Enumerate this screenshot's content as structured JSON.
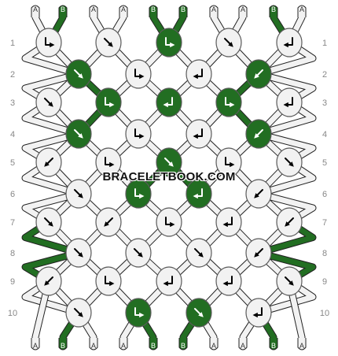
{
  "colors": {
    "A": "#f2f2f2",
    "B": "#226e22",
    "outline": "#5a5a5a",
    "arrow": "#000000",
    "arrow_on_dark": "#ffffff",
    "row_label": "#888888"
  },
  "strings_top": [
    "A",
    "B",
    "A",
    "A",
    "B",
    "B",
    "A",
    "A",
    "B",
    "A"
  ],
  "strings_bottom": [
    "A",
    "B",
    "A",
    "A",
    "B",
    "B",
    "A",
    "A",
    "B",
    "A"
  ],
  "row_labels": [
    "1",
    "2",
    "3",
    "4",
    "5",
    "6",
    "7",
    "8",
    "9",
    "10"
  ],
  "watermark": "BRACELETBOOK.COM",
  "knots": [
    [
      {
        "c": "A",
        "k": "bf"
      },
      {
        "c": "A",
        "k": "f"
      },
      {
        "c": "B",
        "k": "bf"
      },
      {
        "c": "A",
        "k": "f"
      },
      {
        "c": "A",
        "k": "bb"
      }
    ],
    [
      {
        "c": "B",
        "k": "f"
      },
      {
        "c": "A",
        "k": "bf"
      },
      {
        "c": "A",
        "k": "bb"
      },
      {
        "c": "B",
        "k": "b"
      }
    ],
    [
      {
        "c": "A",
        "k": "f"
      },
      {
        "c": "B",
        "k": "bf"
      },
      {
        "c": "B",
        "k": "bb"
      },
      {
        "c": "B",
        "k": "bf"
      },
      {
        "c": "A",
        "k": "bb"
      }
    ],
    [
      {
        "c": "B",
        "k": "f"
      },
      {
        "c": "A",
        "k": "bf"
      },
      {
        "c": "A",
        "k": "bb"
      },
      {
        "c": "B",
        "k": "b"
      }
    ],
    [
      {
        "c": "A",
        "k": "b"
      },
      {
        "c": "A",
        "k": "bf"
      },
      {
        "c": "B",
        "k": "f"
      },
      {
        "c": "A",
        "k": "bf"
      },
      {
        "c": "A",
        "k": "f"
      }
    ],
    [
      {
        "c": "A",
        "k": "f"
      },
      {
        "c": "B",
        "k": "bf"
      },
      {
        "c": "B",
        "k": "bb"
      },
      {
        "c": "A",
        "k": "b"
      }
    ],
    [
      {
        "c": "A",
        "k": "f"
      },
      {
        "c": "A",
        "k": "b"
      },
      {
        "c": "A",
        "k": "bf"
      },
      {
        "c": "A",
        "k": "bb"
      },
      {
        "c": "A",
        "k": "b"
      }
    ],
    [
      {
        "c": "A",
        "k": "f"
      },
      {
        "c": "A",
        "k": "f"
      },
      {
        "c": "A",
        "k": "f"
      },
      {
        "c": "A",
        "k": "b"
      }
    ],
    [
      {
        "c": "A",
        "k": "b"
      },
      {
        "c": "A",
        "k": "bf"
      },
      {
        "c": "A",
        "k": "bb"
      },
      {
        "c": "A",
        "k": "bb"
      },
      {
        "c": "A",
        "k": "f"
      }
    ],
    [
      {
        "c": "A",
        "k": "f"
      },
      {
        "c": "B",
        "k": "bf"
      },
      {
        "c": "B",
        "k": "f"
      },
      {
        "c": "A",
        "k": "bb"
      }
    ]
  ]
}
